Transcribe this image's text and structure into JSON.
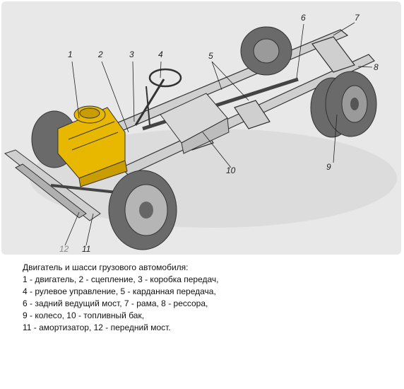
{
  "figure": {
    "callouts": [
      "1",
      "2",
      "3",
      "4",
      "5",
      "6",
      "7",
      "8",
      "9",
      "10",
      "11",
      "12"
    ],
    "colors": {
      "background": "#e8e8e8",
      "engine": "#e8b800",
      "frame": "#cfcfcf",
      "tire": "#6a6a6a",
      "outline": "#333333"
    }
  },
  "caption": {
    "lines": [
      "Двигатель и шасси грузового автомобиля:",
      "1 - двигатель, 2 - сцепление, 3 - коробка передач,",
      "4 - рулевое управление, 5 - карданная передача,",
      "6 - задний ведущий мост, 7 - рама, 8 - рессора,",
      "9 - колесо, 10 - топливный бак,",
      "11 - амортизатор, 12 - передний мост."
    ]
  }
}
